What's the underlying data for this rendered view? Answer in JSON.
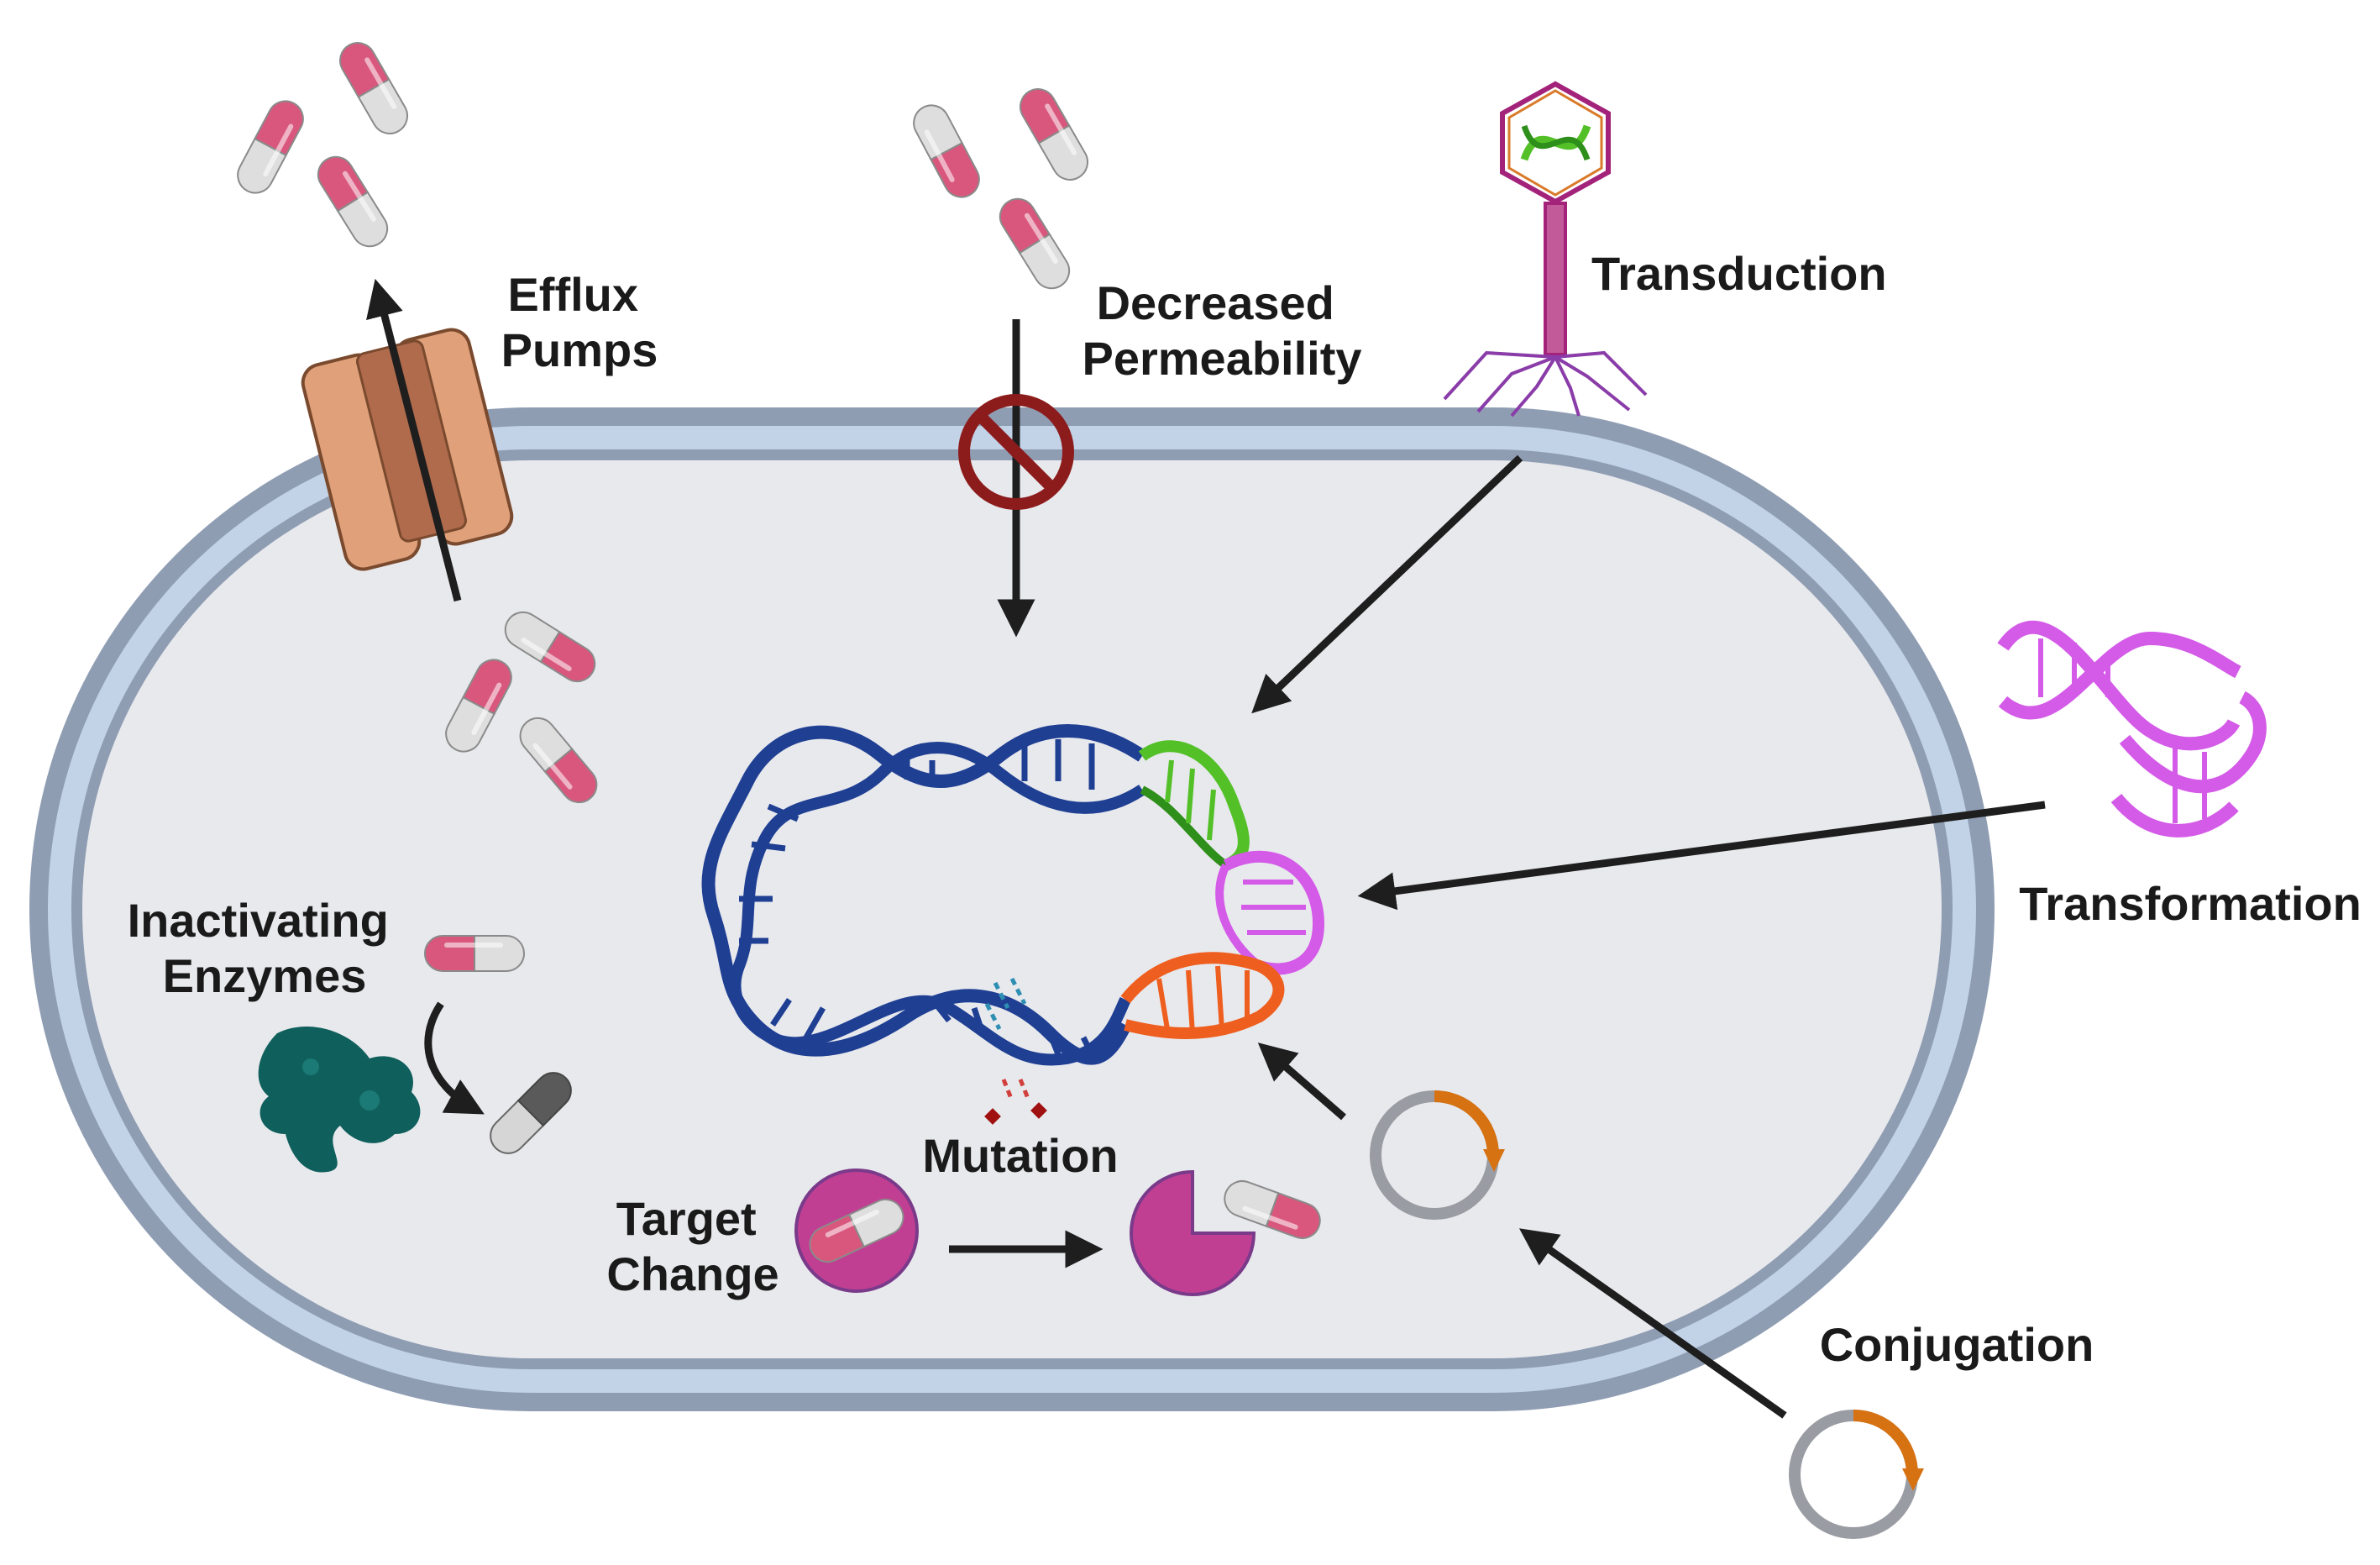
{
  "labels": {
    "efflux": [
      "Efflux",
      "Pumps"
    ],
    "permeability": [
      "Decreased",
      "Permeability"
    ],
    "transduction": "Transduction",
    "transformation": "Transformation",
    "inactivating": [
      "Inactivating",
      "Enzymes"
    ],
    "mutation": "Mutation",
    "target": [
      "Target",
      "Change"
    ],
    "conjugation": "Conjugation"
  },
  "colors": {
    "cell_wall_outer": "#8f9db3",
    "cell_wall_inner": "#c2d2e7",
    "cytoplasm": "#e8e9ed",
    "capsule_pink": "#d9577d",
    "capsule_white": "#dedede",
    "dna_blue": "#1f3f93",
    "dna_green": "#53c028",
    "dna_magenta": "#d45ae8",
    "dna_orange": "#ee5e1e",
    "plasmid_gray": "#9a9ca3",
    "plasmid_orange": "#d77212",
    "pump": "#e0a07a",
    "enzyme": "#0f5f5c",
    "target_magenta": "#c13f93",
    "no_sign": "#8c1c1c",
    "phage": "#a3227a",
    "arrow": "#1e1e1e"
  },
  "icons": [
    "capsule-icon",
    "efflux-pump-icon",
    "no-entry-icon",
    "bacteriophage-icon",
    "dna-helix-icon",
    "plasmid-icon",
    "enzyme-icon",
    "target-protein-icon"
  ]
}
